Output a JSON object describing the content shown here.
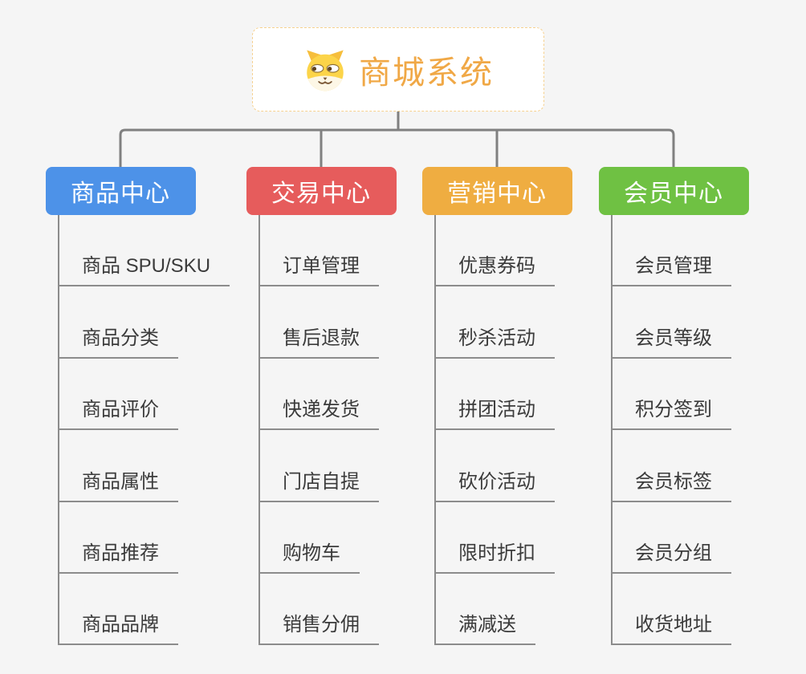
{
  "root": {
    "title": "商城系统",
    "icon": "dog-icon"
  },
  "branches": [
    {
      "key": "product-center",
      "label": "商品中心",
      "color": "#4D92E8",
      "items": [
        "商品 SPU/SKU",
        "商品分类",
        "商品评价",
        "商品属性",
        "商品推荐",
        "商品品牌"
      ]
    },
    {
      "key": "trade-center",
      "label": "交易中心",
      "color": "#E65C5C",
      "items": [
        "订单管理",
        "售后退款",
        "快递发货",
        "门店自提",
        "购物车",
        "销售分佣"
      ]
    },
    {
      "key": "marketing-center",
      "label": "营销中心",
      "color": "#EFAD41",
      "items": [
        "优惠券码",
        "秒杀活动",
        "拼团活动",
        "砍价活动",
        "限时折扣",
        "满减送"
      ]
    },
    {
      "key": "member-center",
      "label": "会员中心",
      "color": "#6FC143",
      "items": [
        "会员管理",
        "会员等级",
        "积分签到",
        "会员标签",
        "会员分组",
        "收货地址"
      ]
    }
  ],
  "colors": {
    "background": "#F5F5F5",
    "connector": "#808080",
    "leaf_line": "#8C8C8C",
    "leaf_text": "#3B3B3B",
    "root_text": "#F0A846",
    "root_border": "#F6D190",
    "root_bg": "#FFFFFF",
    "node_text": "#FFFFFF"
  }
}
